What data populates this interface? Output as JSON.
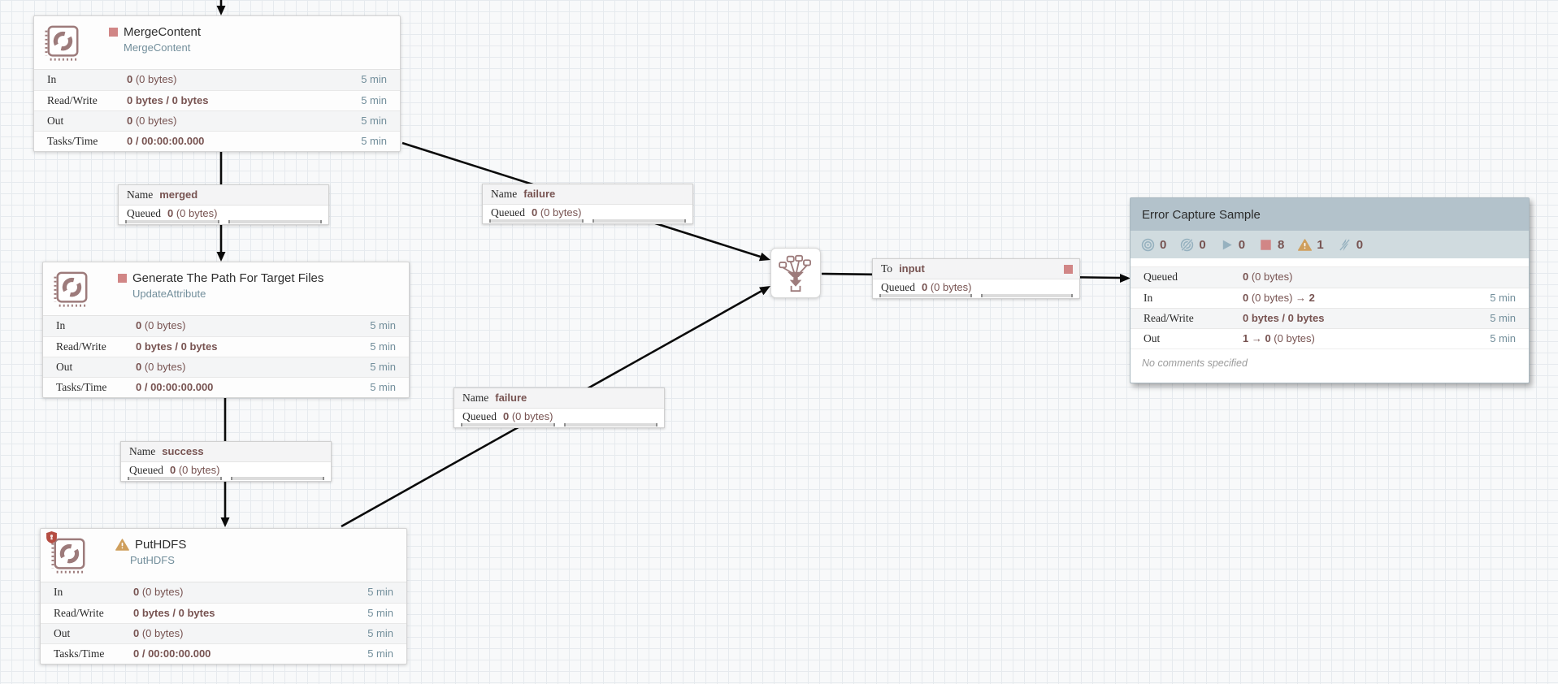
{
  "colors": {
    "stopped": "#d18686",
    "invalid_warning": "#cf9f5d",
    "stat_value": "#775351",
    "time_text": "#728e9b",
    "processor_type_text": "#728e9b",
    "processor_icon": "#9d7b7b",
    "restricted_shield": "#b54d42",
    "group_header_bg": "#b3c2cb",
    "group_stats_bg": "#d0dbdf",
    "grid_line": "#e6eaee"
  },
  "processors": [
    {
      "name": "MergeContent",
      "type": "MergeContent",
      "state": "stopped",
      "rows": [
        {
          "label": "In",
          "b1": "0",
          "l1": " (0 bytes)",
          "time": "5 min"
        },
        {
          "label": "Read/Write",
          "b1": "0 bytes / 0 bytes",
          "l1": "",
          "time": "5 min"
        },
        {
          "label": "Out",
          "b1": "0",
          "l1": " (0 bytes)",
          "time": "5 min"
        },
        {
          "label": "Tasks/Time",
          "b1": "0 / 00:00:00.000",
          "l1": "",
          "time": "5 min"
        }
      ]
    },
    {
      "name": "Generate The Path For Target Files",
      "type": "UpdateAttribute",
      "state": "stopped",
      "rows": [
        {
          "label": "In",
          "b1": "0",
          "l1": " (0 bytes)",
          "time": "5 min"
        },
        {
          "label": "Read/Write",
          "b1": "0 bytes / 0 bytes",
          "l1": "",
          "time": "5 min"
        },
        {
          "label": "Out",
          "b1": "0",
          "l1": " (0 bytes)",
          "time": "5 min"
        },
        {
          "label": "Tasks/Time",
          "b1": "0 / 00:00:00.000",
          "l1": "",
          "time": "5 min"
        }
      ]
    },
    {
      "name": "PutHDFS",
      "type": "PutHDFS",
      "state": "invalid",
      "restricted": true,
      "rows": [
        {
          "label": "In",
          "b1": "0",
          "l1": " (0 bytes)",
          "time": "5 min"
        },
        {
          "label": "Read/Write",
          "b1": "0 bytes / 0 bytes",
          "l1": "",
          "time": "5 min"
        },
        {
          "label": "Out",
          "b1": "0",
          "l1": " (0 bytes)",
          "time": "5 min"
        },
        {
          "label": "Tasks/Time",
          "b1": "0 / 00:00:00.000",
          "l1": "",
          "time": "5 min"
        }
      ]
    }
  ],
  "connections": [
    {
      "label": "Name",
      "value": "merged",
      "queued_label": "Queued",
      "queued_bold": "0",
      "queued_light": " (0 bytes)"
    },
    {
      "label": "Name",
      "value": "failure",
      "queued_label": "Queued",
      "queued_bold": "0",
      "queued_light": " (0 bytes)"
    },
    {
      "label": "Name",
      "value": "failure",
      "queued_label": "Queued",
      "queued_bold": "0",
      "queued_light": " (0 bytes)"
    },
    {
      "label": "Name",
      "value": "success",
      "queued_label": "Queued",
      "queued_bold": "0",
      "queued_light": " (0 bytes)"
    },
    {
      "label": "To",
      "value": "input",
      "queued_label": "Queued",
      "queued_bold": "0",
      "queued_light": " (0 bytes)"
    }
  ],
  "group": {
    "title": "Error Capture Sample",
    "stats": [
      {
        "icon": "transmitting-icon",
        "count": "0"
      },
      {
        "icon": "not-transmitting-icon",
        "count": "0"
      },
      {
        "icon": "running-icon",
        "count": "0"
      },
      {
        "icon": "stopped-icon",
        "count": "8"
      },
      {
        "icon": "invalid-icon",
        "count": "1"
      },
      {
        "icon": "disabled-icon",
        "count": "0"
      }
    ],
    "rows": [
      {
        "label": "Queued",
        "b1": "0",
        "l1": " (0 bytes)",
        "b2": "",
        "time": ""
      },
      {
        "label": "In",
        "b1": "0",
        "l1": " (0 bytes) ",
        "b2": "→ 2",
        "time": "5 min"
      },
      {
        "label": "Read/Write",
        "b1": "0 bytes / 0 bytes",
        "l1": "",
        "b2": "",
        "time": "5 min"
      },
      {
        "label": "Out",
        "b1": "1 → 0",
        "l1": " (0 bytes)",
        "b2": "",
        "time": "5 min"
      }
    ],
    "comment": "No comments specified"
  }
}
